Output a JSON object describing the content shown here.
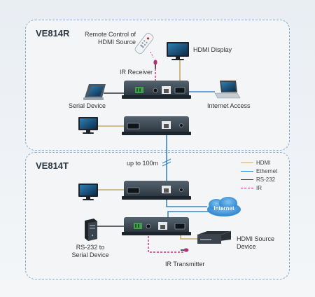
{
  "sections": {
    "receiver_title": "VE814R",
    "transmitter_title": "VE814T"
  },
  "labels": {
    "remote_control": "Remote Control of\nHDMI Source",
    "hdmi_display": "HDMI Display",
    "ir_receiver": "IR Receiver",
    "serial_device": "Serial Device",
    "internet_access": "Internet Access",
    "distance": "up to 100m",
    "rs232_serial_device": "RS-232 to\nSerial Device",
    "internet_cloud": "Internet",
    "hdmi_source_device": "HDMI Source\nDevice",
    "ir_transmitter": "IR Transmitter"
  },
  "legend": [
    {
      "label": "HDMI",
      "color": "#c8a96a",
      "style": "solid"
    },
    {
      "label": "Ethernet",
      "color": "#3a86c8",
      "style": "solid"
    },
    {
      "label": "RS-232",
      "color": "#333333",
      "style": "solid"
    },
    {
      "label": "IR",
      "color": "#d0307a",
      "style": "dashed"
    }
  ],
  "colors": {
    "hdmi": "#c8a96a",
    "ethernet": "#3a86c8",
    "rs232": "#333333",
    "ir": "#d0307a",
    "device_body": "#2e3a44",
    "section_border": "#7fa9cf"
  }
}
